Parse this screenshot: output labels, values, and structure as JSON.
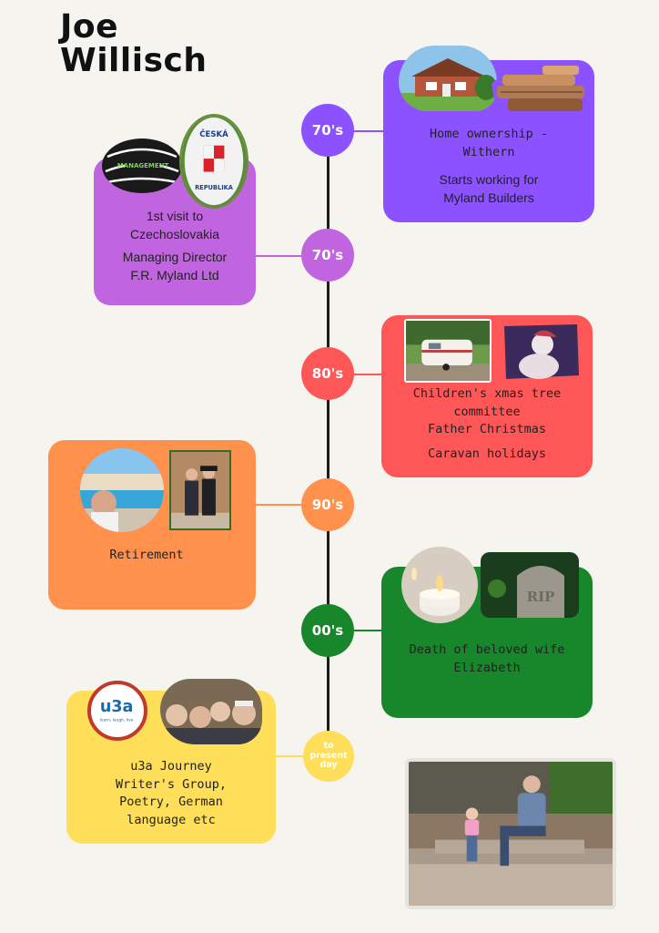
{
  "title": {
    "line1": "Joe",
    "line2": "Willisch"
  },
  "colors": {
    "purple_light": "#c064e0",
    "purple": "#8c52ff",
    "red": "#ff5757",
    "orange": "#ff914d",
    "green": "#18862b",
    "yellow": "#ffde59",
    "line": "#1e1e1e"
  },
  "nodes": [
    {
      "label": "70's"
    },
    {
      "label": "70's"
    },
    {
      "label": "80's"
    },
    {
      "label": "90's"
    },
    {
      "label": "00's"
    },
    {
      "label": "to\npresent\nday"
    }
  ],
  "cards": {
    "withern": {
      "line1": "Home ownership -\nWithern",
      "line2": "Starts working for\nMyland Builders"
    },
    "czech": {
      "line1": "1st visit to\nCzechoslovakia",
      "line2": "Managing Director\nF.R. Myland Ltd"
    },
    "christmas": {
      "line1": "Children's xmas tree\ncommittee\nFather Christmas",
      "line2": "Caravan holidays"
    },
    "retirement": {
      "line1": "Retirement"
    },
    "death": {
      "line1": "Death of beloved wife\nElizabeth"
    },
    "u3a": {
      "line1": "u3a Journey\nWriter's Group,\nPoetry, German\nlanguage etc"
    }
  },
  "logos": {
    "u3a_main": "u3a",
    "u3a_tagline": "learn, laugh, live",
    "sign_management": "MANAGEMENT",
    "sign_ceska": "ČESKÁ",
    "sign_republika": "REPUBLIKA",
    "tomb_rip": "RIP"
  },
  "icons": [
    "house-photo",
    "wood-pile-photo",
    "management-sign-photo",
    "czech-border-sign-photo",
    "caravan-photo",
    "father-christmas-photo",
    "pool-photo",
    "couple-photo",
    "candle-photo",
    "tombstone-photo",
    "u3a-logo",
    "group-selfie-photo",
    "grandfather-photo"
  ]
}
